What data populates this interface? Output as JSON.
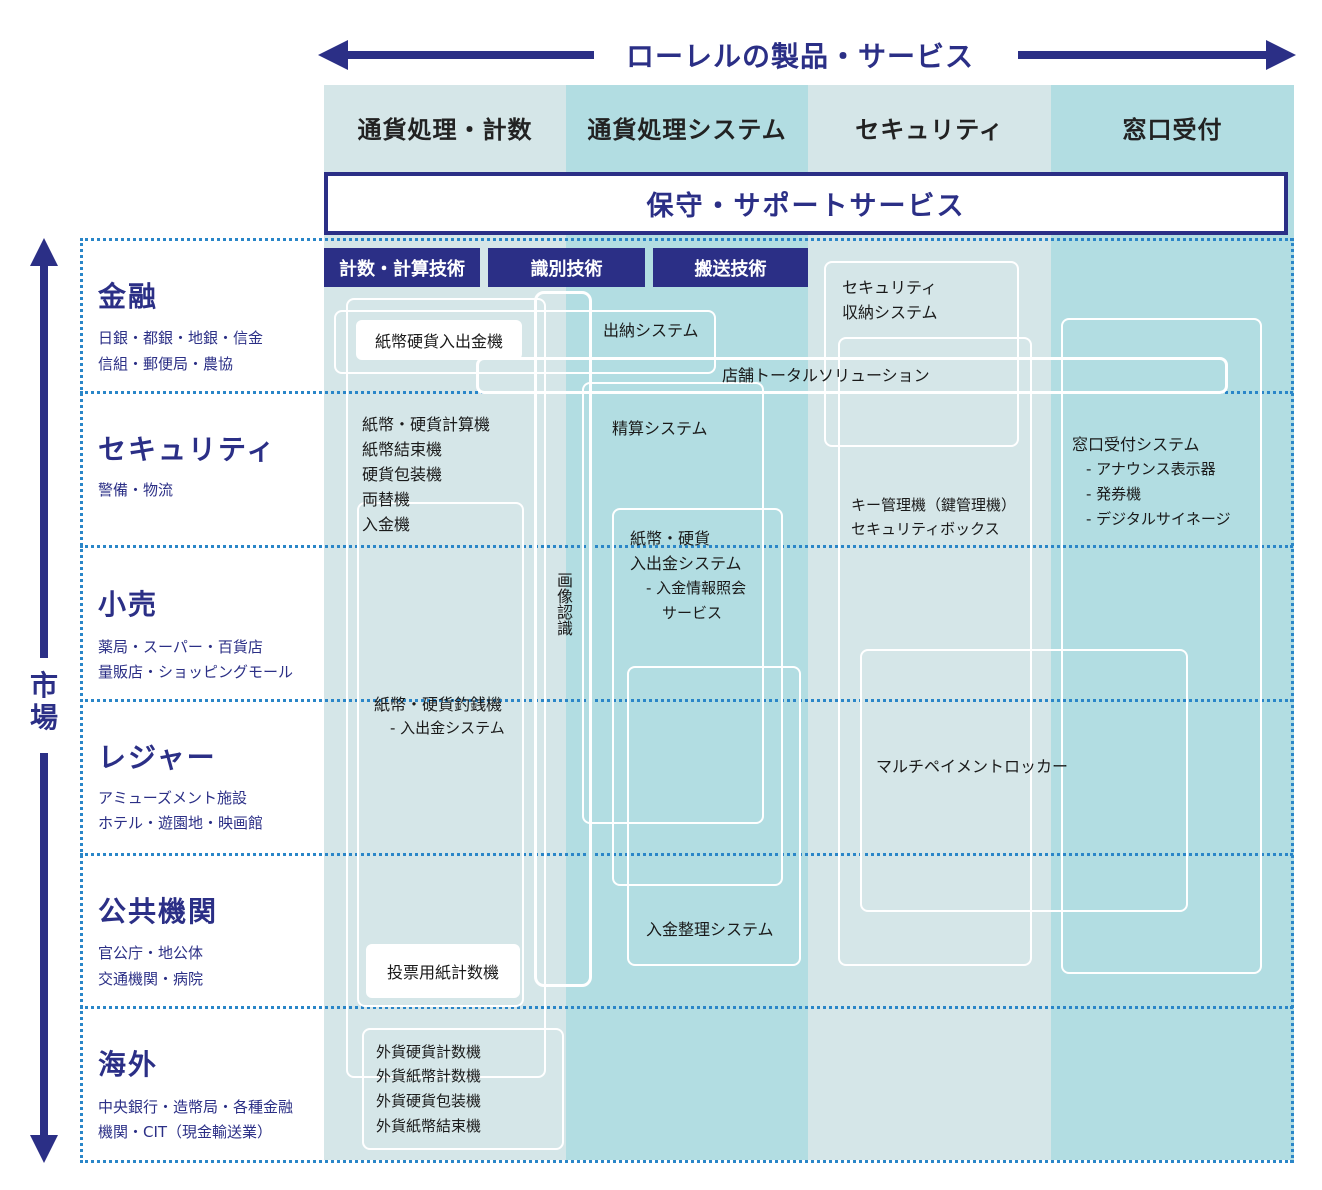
{
  "header": {
    "title": "ローレルの製品・サービス"
  },
  "columns": [
    {
      "label": "通貨処理・計数",
      "color": "#d5e6e8"
    },
    {
      "label": "通貨処理システム",
      "color": "#b2dde2"
    },
    {
      "label": "セキュリティ",
      "color": "#d5e6e8"
    },
    {
      "label": "窓口受付",
      "color": "#b2dde2"
    }
  ],
  "support": {
    "label": "保守・サポートサービス"
  },
  "tech": [
    "計数・計算技術",
    "識別技術",
    "搬送技術"
  ],
  "market_axis": {
    "label": "市場"
  },
  "markets": [
    {
      "name": "金融",
      "sub1": "日銀・都銀・地銀・信金",
      "sub2": "信組・郵便局・農協"
    },
    {
      "name": "セキュリティ",
      "sub1": "警備・物流",
      "sub2": ""
    },
    {
      "name": "小売",
      "sub1": "薬局・スーパー・百貨店",
      "sub2": "量販店・ショッピングモール"
    },
    {
      "name": "レジャー",
      "sub1": "アミューズメント施設",
      "sub2": "ホテル・遊園地・映画館"
    },
    {
      "name": "公共機関",
      "sub1": "官公庁・地公体",
      "sub2": "交通機関・病院"
    },
    {
      "name": "海外",
      "sub1": "中央銀行・造幣局・各種金融",
      "sub2": "機関・CIT（現金輸送業）"
    }
  ],
  "products": {
    "shihei_nyushukkin": "紙幣硬貨入出金機",
    "suitou": "出納システム",
    "tenpo": "店舗トータルソリューション",
    "calc": [
      "紙幣・硬貨計算機",
      "紙幣結束機",
      "硬貨包装機",
      "両替機",
      "入金機"
    ],
    "gazou": "画像認識",
    "seisan": "精算システム",
    "nyushukkin_sys": [
      "紙幣・硬貨",
      "入出金システム",
      "- 入金情報照会",
      "サービス"
    ],
    "tsurisen": [
      "紙幣・硬貨釣銭機",
      "- 入出金システム"
    ],
    "tohyo": "投票用紙計数機",
    "nyukin_seiri": "入金整理システム",
    "foreign": [
      "外貨硬貨計数機",
      "外貨紙幣計数機",
      "外貨硬貨包装機",
      "外貨紙幣結束機"
    ],
    "sec_shuno": [
      "セキュリティ",
      "収納システム"
    ],
    "key": [
      "キー管理機（鍵管理機）",
      "セキュリティボックス"
    ],
    "locker": "マルチペイメントロッカー",
    "madoguchi": [
      "窓口受付システム",
      "- アナウンス表示器",
      "- 発券機",
      "- デジタルサイネージ"
    ]
  },
  "colors": {
    "navy": "#2b2f86",
    "dot_blue": "#2a86c8"
  }
}
